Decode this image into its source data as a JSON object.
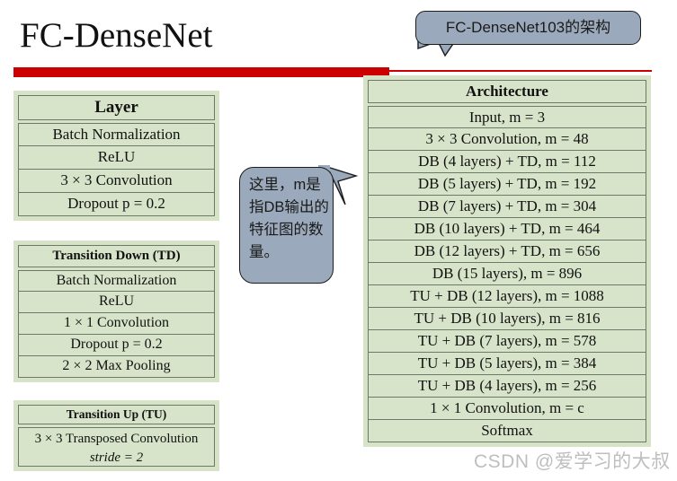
{
  "slide": {
    "title": "FC-DenseNet",
    "accent_color": "#cc0000",
    "panel_color": "#d6e3c6",
    "cell_color": "#d8e4ca",
    "border_color": "#6d7a6a",
    "bubble_color": "#9aa9bb"
  },
  "tables": {
    "layer": {
      "header": "Layer",
      "rows": [
        "Batch Normalization",
        "ReLU",
        "3 × 3 Convolution",
        "Dropout p = 0.2"
      ]
    },
    "transition_down": {
      "header": "Transition Down (TD)",
      "rows": [
        "Batch Normalization",
        "ReLU",
        "1 × 1 Convolution",
        "Dropout p = 0.2",
        "2 × 2 Max Pooling"
      ]
    },
    "transition_up": {
      "header": "Transition Up (TU)",
      "rows_line1": "3 × 3 Transposed Convolution",
      "rows_line2": "stride = 2"
    },
    "architecture": {
      "header": "Architecture",
      "rows": [
        "Input, m = 3",
        "3 × 3 Convolution, m = 48",
        "DB (4 layers) + TD, m = 112",
        "DB (5 layers) + TD, m = 192",
        "DB (7 layers) + TD, m = 304",
        "DB (10 layers) + TD, m = 464",
        "DB (12 layers) + TD, m = 656",
        "DB (15 layers), m = 896",
        "TU + DB (12 layers), m = 1088",
        "TU + DB (10 layers), m = 816",
        "TU + DB (7 layers), m = 578",
        "TU + DB (5 layers), m = 384",
        "TU + DB (4 layers), m = 256",
        "1 × 1 Convolution, m = c",
        "Softmax"
      ]
    }
  },
  "callouts": {
    "top": "FC-DenseNet103的架构",
    "left": "这里，m是指DB输出的特征图的数量。"
  },
  "watermark": "CSDN @爱学习的大叔"
}
